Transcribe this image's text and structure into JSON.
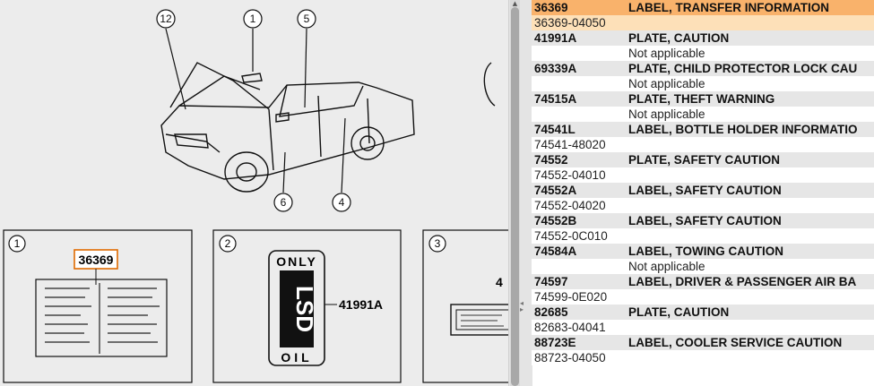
{
  "diagram": {
    "callouts": [
      {
        "num": "12"
      },
      {
        "num": "1"
      },
      {
        "num": "5"
      },
      {
        "num": "6"
      },
      {
        "num": "4"
      }
    ],
    "panels": [
      {
        "num": "1",
        "part_label": "36369"
      },
      {
        "num": "2",
        "part_label": "41991A",
        "plate_top": "ONLY",
        "plate_mid": "LSD",
        "plate_bottom": "OIL"
      },
      {
        "num": "3",
        "part_label": "4"
      }
    ]
  },
  "parts": [
    {
      "code": "36369",
      "desc": "LABEL, TRANSFER INFORMATION",
      "sub": "36369-04050",
      "selected": true
    },
    {
      "code": "41991A",
      "desc": "PLATE, CAUTION",
      "sub_note": "Not applicable"
    },
    {
      "code": "69339A",
      "desc": "PLATE, CHILD PROTECTOR LOCK CAU",
      "sub_note": "Not applicable"
    },
    {
      "code": "74515A",
      "desc": "PLATE, THEFT WARNING",
      "sub_note": "Not applicable"
    },
    {
      "code": "74541L",
      "desc": "LABEL, BOTTLE HOLDER INFORMATIO",
      "sub": "74541-48020"
    },
    {
      "code": "74552",
      "desc": "PLATE, SAFETY CAUTION",
      "sub": "74552-04010"
    },
    {
      "code": "74552A",
      "desc": "LABEL, SAFETY CAUTION",
      "sub": "74552-04020"
    },
    {
      "code": "74552B",
      "desc": "LABEL, SAFETY CAUTION",
      "sub": "74552-0C010"
    },
    {
      "code": "74584A",
      "desc": "LABEL, TOWING CAUTION",
      "sub_note": "Not applicable"
    },
    {
      "code": "74597",
      "desc": "LABEL, DRIVER & PASSENGER AIR BA",
      "sub": "74599-0E020"
    },
    {
      "code": "82685",
      "desc": "PLATE, CAUTION",
      "sub": "82683-04041"
    },
    {
      "code": "88723E",
      "desc": "LABEL, COOLER SERVICE CAUTION",
      "sub": "88723-04050"
    }
  ]
}
